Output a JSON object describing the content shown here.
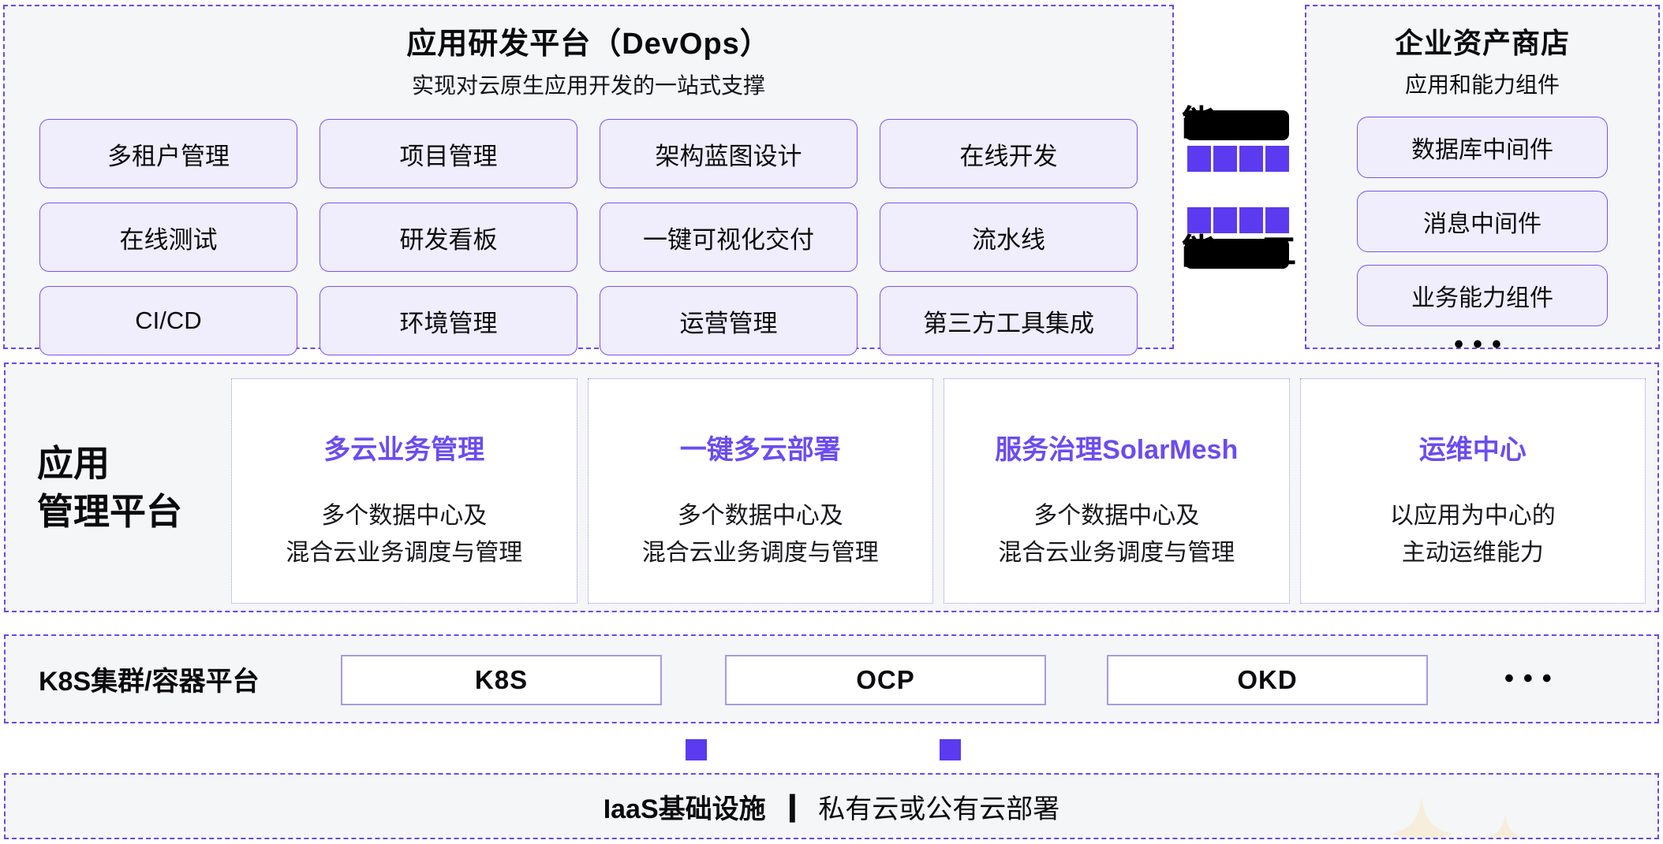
{
  "devops": {
    "title": "应用研发平台（DevOps）",
    "subtitle": "实现对云原生应用开发的一站式支撑",
    "items": [
      "多租户管理",
      "项目管理",
      "架构蓝图设计",
      "在线开发",
      "在线测试",
      "研发看板",
      "一键可视化交付",
      "流水线",
      "CI/CD",
      "环境管理",
      "运营管理",
      "第三方工具集成"
    ]
  },
  "connector": {
    "top_bar_char": "能",
    "bottom_bar_char_left": "能",
    "bottom_bar_char_right": "工",
    "squares_per_row": 4
  },
  "asset_store": {
    "title": "企业资产商店",
    "subtitle": "应用和能力组件",
    "items": [
      "数据库中间件",
      "消息中间件",
      "业务能力组件"
    ],
    "more": "•••"
  },
  "app_mgmt": {
    "label_line1": "应用",
    "label_line2": "管理平台",
    "cards": [
      {
        "title": "多云业务管理",
        "body_line1": "多个数据中心及",
        "body_line2": "混合云业务调度与管理"
      },
      {
        "title": "一键多云部署",
        "body_line1": "多个数据中心及",
        "body_line2": "混合云业务调度与管理"
      },
      {
        "title": "服务治理SolarMesh",
        "body_line1": "多个数据中心及",
        "body_line2": "混合云业务调度与管理"
      },
      {
        "title": "运维中心",
        "body_line1": "以应用为中心的",
        "body_line2": "主动运维能力"
      }
    ]
  },
  "k8s": {
    "label": "K8S集群/容器平台",
    "items": [
      "K8S",
      "OCP",
      "OKD"
    ],
    "more": "•••"
  },
  "iaas": {
    "label": "IaaS基础设施",
    "separator": "|",
    "description": "私有云或公有云部署"
  },
  "colors": {
    "dashed_border_purple": "#6c47ee",
    "panel_bg": "#f5f6f8",
    "box_fill": "#f0edfc",
    "box_border": "#7c52f0",
    "square_purple": "#5b3af0",
    "card_title_purple": "#6b4cf0",
    "k8s_box_border": "#a89ae2",
    "redacted_bar_black": "#000000",
    "sparkle_cream": "#f6eedb"
  }
}
